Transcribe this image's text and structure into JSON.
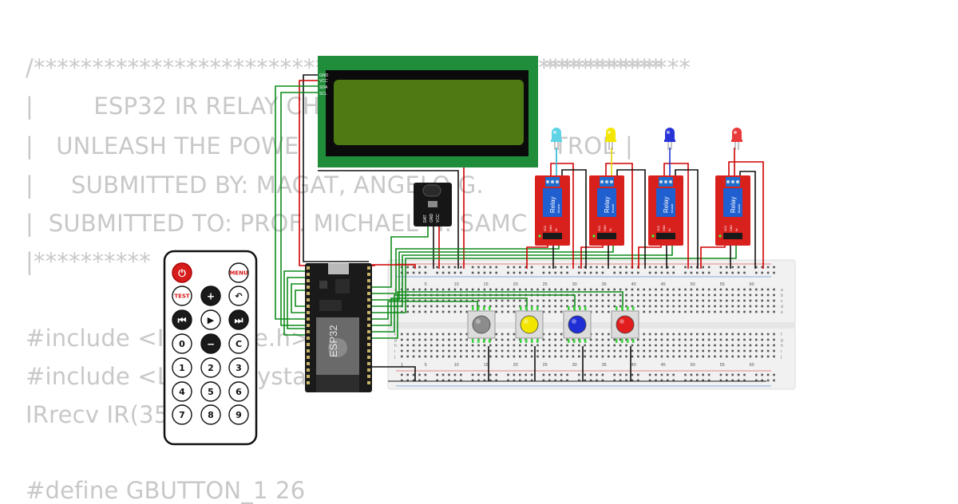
{
  "code_lines": [
    "/********************************************************",
    "|        ESP32 IR RELAY CH",
    "|   UNLEASH THE POWE",
    "|     SUBMITTED BY: MAGAT, ANGELO G.",
    "|  SUBMITTED TO: PROF. MICHAEL",
    "|**********",
    "",
    "",
    "#include <IR",
    "#include <L",
    "IRrecv IR(35",
    "",
    "#define GBUTTON_1 26"
  ],
  "code_fragments": {
    "header_right": "**********",
    "troll": "TROL",
    "bar": "|",
    "hdr_i": "I. SAMC",
    "inc1_tail": "e.h>",
    "inc2_tail": "ystal_I"
  },
  "lcd": {
    "pins": [
      "GND",
      "VCC",
      "SDA",
      "SCL"
    ]
  },
  "ir_receiver": {
    "pins": [
      "DAT",
      "GND",
      "VCC"
    ]
  },
  "esp32": {
    "label": "ESP32"
  },
  "remote": {
    "buttons": [
      {
        "label": "⏻",
        "kind": "power"
      },
      {
        "label": "MENU",
        "kind": "menu"
      },
      {
        "label": "TEST",
        "kind": "text"
      },
      {
        "label": "+",
        "kind": "dark"
      },
      {
        "label": "↶",
        "kind": "normal"
      },
      {
        "label": "⏮",
        "kind": "dark"
      },
      {
        "label": "▶",
        "kind": "normal"
      },
      {
        "label": "⏭",
        "kind": "dark"
      },
      {
        "label": "0",
        "kind": "normal"
      },
      {
        "label": "−",
        "kind": "dark"
      },
      {
        "label": "C",
        "kind": "normal"
      },
      {
        "label": "1",
        "kind": "normal"
      },
      {
        "label": "2",
        "kind": "normal"
      },
      {
        "label": "3",
        "kind": "normal"
      },
      {
        "label": "4",
        "kind": "normal"
      },
      {
        "label": "5",
        "kind": "normal"
      },
      {
        "label": "6",
        "kind": "normal"
      },
      {
        "label": "7",
        "kind": "normal"
      },
      {
        "label": "8",
        "kind": "normal"
      },
      {
        "label": "9",
        "kind": "normal"
      }
    ]
  },
  "relays": [
    {
      "label": "Relay",
      "sub": "Module",
      "led_color": "#5fd3e6",
      "wire_color": "#29b6d6"
    },
    {
      "label": "Relay",
      "sub": "Module",
      "led_color": "#f2e600",
      "wire_color": "#e6d800"
    },
    {
      "label": "Relay",
      "sub": "Module",
      "led_color": "#2a35d8",
      "wire_color": "#2233cc"
    },
    {
      "label": "Relay",
      "sub": "Module",
      "led_color": "#e83a3a",
      "wire_color": "#cc0000"
    }
  ],
  "relay_pins": [
    "VCC",
    "GND",
    "IN"
  ],
  "buttons": [
    {
      "color": "#8c8c8c"
    },
    {
      "color": "#f2e600"
    },
    {
      "color": "#1e2fd6"
    },
    {
      "color": "#e21d1d"
    }
  ],
  "breadboard": {
    "column_numbers": [
      "1",
      "5",
      "10",
      "15",
      "20",
      "25",
      "30",
      "35",
      "40",
      "45",
      "50",
      "55",
      "60"
    ],
    "row_letters_top": [
      "a",
      "b",
      "c",
      "d",
      "e"
    ],
    "row_letters_bottom": [
      "f",
      "g",
      "h",
      "i",
      "j"
    ]
  }
}
